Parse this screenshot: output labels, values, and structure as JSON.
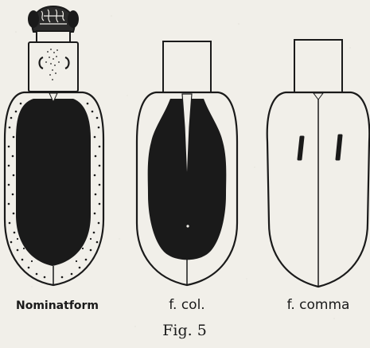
{
  "figure": {
    "caption": "Fig. 5",
    "panels": [
      {
        "label": "Nominatform",
        "pattern": "nominate"
      },
      {
        "label": "f. col.",
        "pattern": "col"
      },
      {
        "label": "f. comma",
        "pattern": "comma"
      }
    ]
  },
  "colors": {
    "ink": "#1a1a1a",
    "paper": "#f1efe9"
  }
}
